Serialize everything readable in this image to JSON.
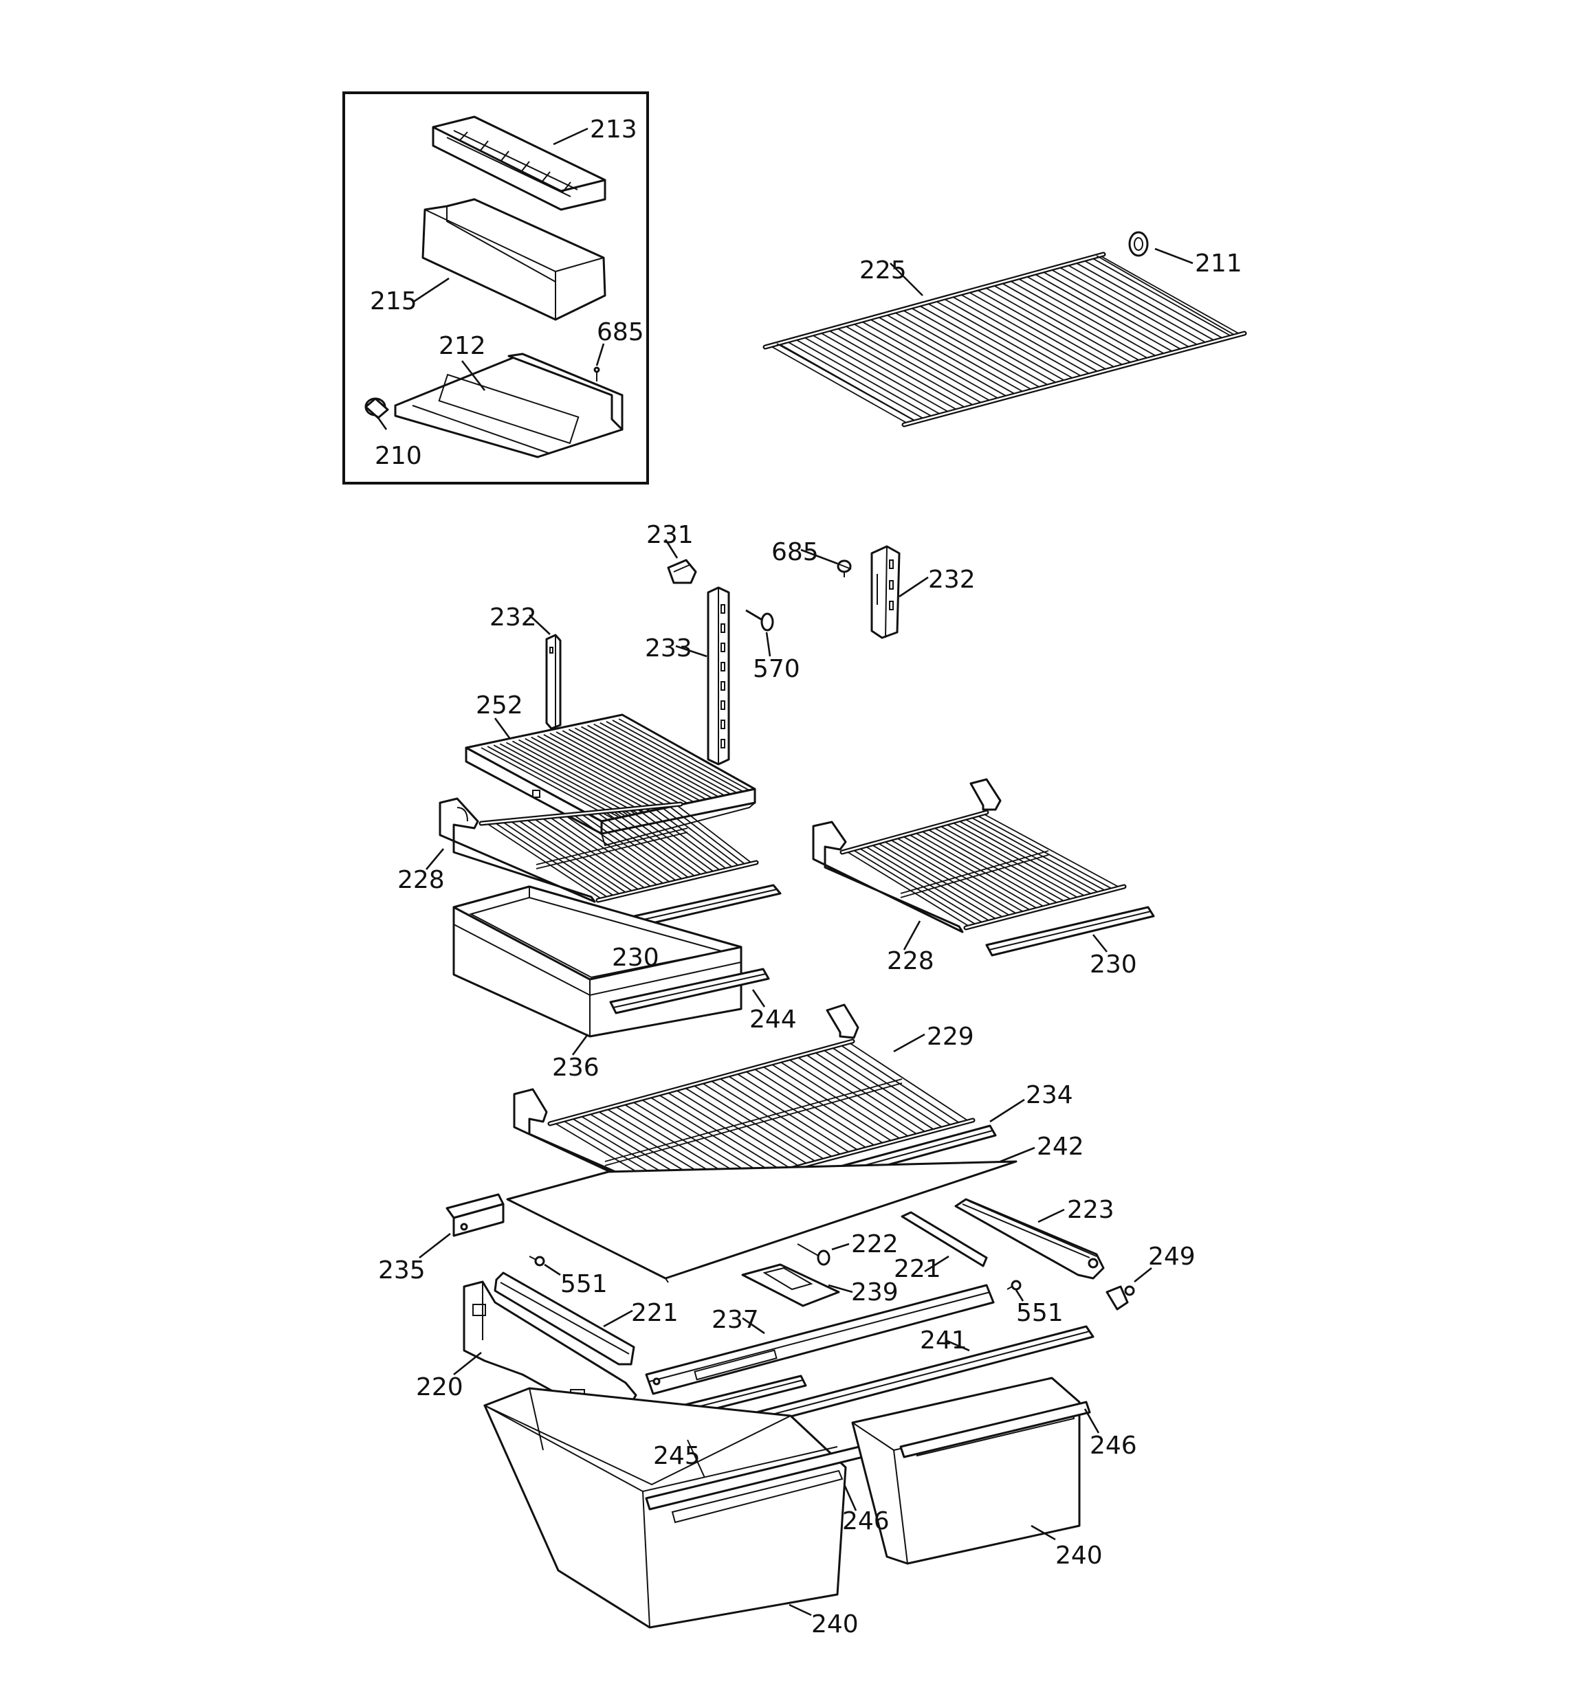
{
  "callouts": [
    {
      "id": "213",
      "text": "213"
    },
    {
      "id": "215",
      "text": "215"
    },
    {
      "id": "685a",
      "text": "685"
    },
    {
      "id": "212",
      "text": "212"
    },
    {
      "id": "210",
      "text": "210"
    },
    {
      "id": "225",
      "text": "225"
    },
    {
      "id": "211",
      "text": "211"
    },
    {
      "id": "231",
      "text": "231"
    },
    {
      "id": "685b",
      "text": "685"
    },
    {
      "id": "232a",
      "text": "232"
    },
    {
      "id": "232b",
      "text": "232"
    },
    {
      "id": "233",
      "text": "233"
    },
    {
      "id": "570",
      "text": "570"
    },
    {
      "id": "252",
      "text": "252"
    },
    {
      "id": "228a",
      "text": "228"
    },
    {
      "id": "230a",
      "text": "230"
    },
    {
      "id": "244",
      "text": "244"
    },
    {
      "id": "236",
      "text": "236"
    },
    {
      "id": "228b",
      "text": "228"
    },
    {
      "id": "230b",
      "text": "230"
    },
    {
      "id": "229",
      "text": "229"
    },
    {
      "id": "234",
      "text": "234"
    },
    {
      "id": "242",
      "text": "242"
    },
    {
      "id": "223",
      "text": "223"
    },
    {
      "id": "235",
      "text": "235"
    },
    {
      "id": "222",
      "text": "222"
    },
    {
      "id": "221a",
      "text": "221"
    },
    {
      "id": "249",
      "text": "249"
    },
    {
      "id": "551a",
      "text": "551"
    },
    {
      "id": "239",
      "text": "239"
    },
    {
      "id": "551b",
      "text": "551"
    },
    {
      "id": "221b",
      "text": "221"
    },
    {
      "id": "237",
      "text": "237"
    },
    {
      "id": "241",
      "text": "241"
    },
    {
      "id": "220",
      "text": "220"
    },
    {
      "id": "246a",
      "text": "246"
    },
    {
      "id": "245",
      "text": "245"
    },
    {
      "id": "246b",
      "text": "246"
    },
    {
      "id": "240a",
      "text": "240"
    },
    {
      "id": "240b",
      "text": "240"
    }
  ]
}
